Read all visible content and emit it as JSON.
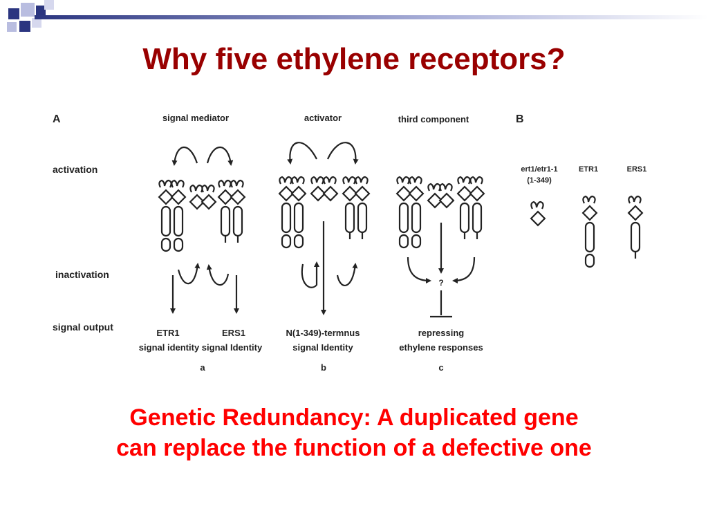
{
  "title": "Why five ethylene receptors?",
  "figure": {
    "panel_a_label": "A",
    "panel_b_label": "B",
    "row_labels": {
      "activation": "activation",
      "inactivation": "inactivation",
      "signal_output": "signal output"
    },
    "models": {
      "a": {
        "heading": "signal mediator",
        "out_left": "ETR1",
        "out_right": "ERS1",
        "identity": "signal identity signal Identity",
        "letter": "a"
      },
      "b": {
        "heading": "activator",
        "out": "N(1-349)-termnus",
        "identity": "signal Identity",
        "letter": "b"
      },
      "c": {
        "heading": "third component",
        "question": "?",
        "out1": "repressing",
        "out2": "ethylene responses",
        "letter": "c"
      }
    },
    "panel_b": {
      "col1_line1": "ert1/etr1-1",
      "col1_line2": "(1-349)",
      "col2": "ETR1",
      "col3": "ERS1"
    }
  },
  "caption": {
    "line1": "Genetic Redundancy: A duplicated gene",
    "line2": "can replace the function of a defective one"
  },
  "colors": {
    "title": "#990000",
    "caption": "#ff0000",
    "accent_navy": "#1f2a6b",
    "accent_lavender": "#aab0d9"
  }
}
